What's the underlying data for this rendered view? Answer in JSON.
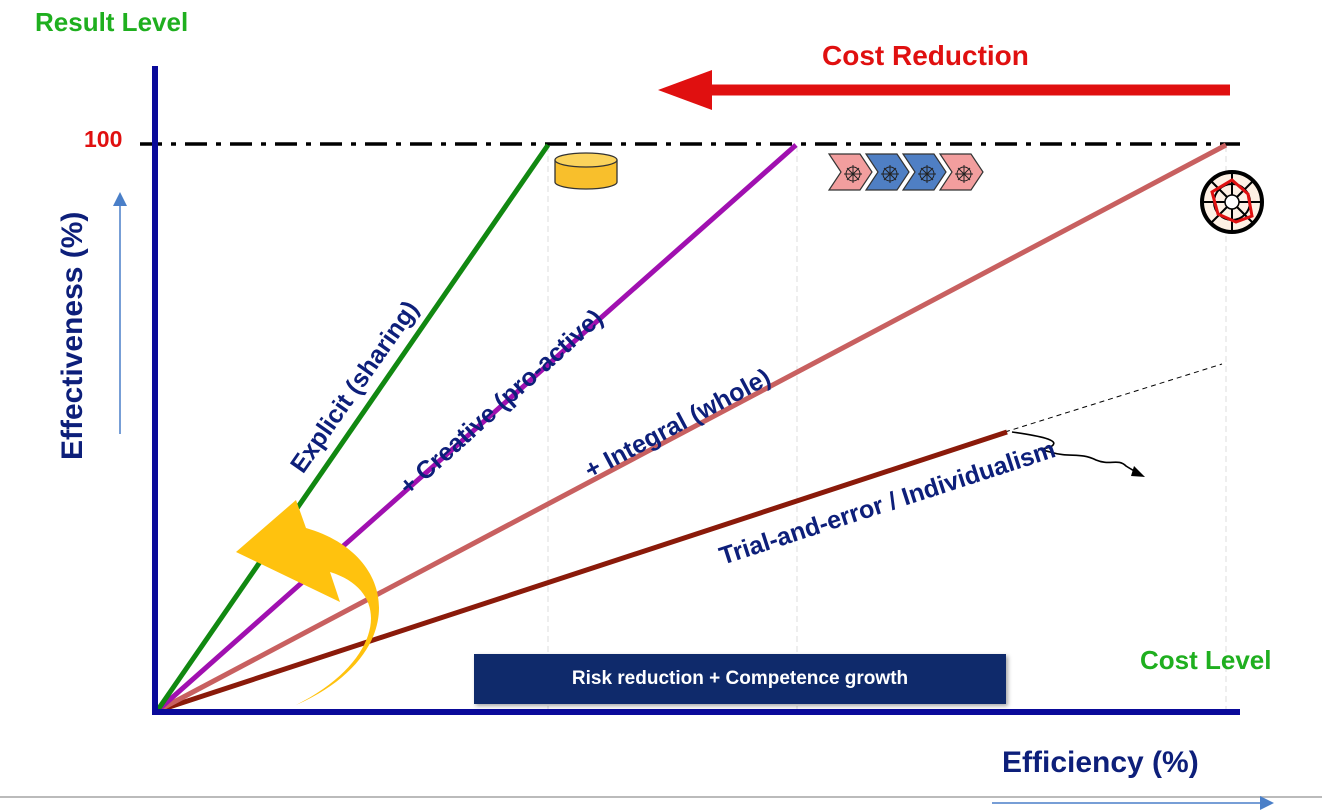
{
  "labels": {
    "result_level": "Result Level",
    "cost_reduction": "Cost Reduction",
    "hundred": "100",
    "effectiveness": "Effectiveness (%)",
    "efficiency": "Efficiency (%)",
    "cost_level": "Cost Level",
    "risk_box": "Risk reduction + Competence growth"
  },
  "lines": {
    "explicit": "Explicit (sharing)",
    "creative": "+ Creative (pro-active)",
    "integral": "+ Integral (whole)",
    "trial": "Trial-and-error / Individualism"
  },
  "colors": {
    "axis": "#0a0a9a",
    "explicit": "#118811",
    "creative": "#a010b0",
    "integral": "#c86060",
    "trial": "#8a1a0a",
    "cost_arrow": "#e01010",
    "curved_arrow": "#ffc20e",
    "label_green": "#1faf1f",
    "label_navy": "#0d1f7a",
    "risk_box": "#0f2a6b"
  },
  "icons": [
    "database-icon",
    "process-chain-icon",
    "radar-target-icon",
    "curved-arrow-icon"
  ]
}
